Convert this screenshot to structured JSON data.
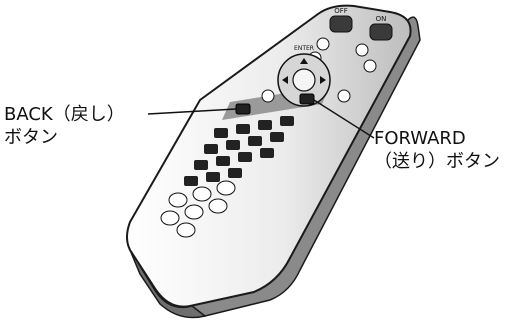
{
  "callouts": {
    "back": {
      "line1": "BACK（戻し）",
      "line2": "ボタン"
    },
    "forward": {
      "line1": "FORWARD",
      "line2": "（送り）ボタン"
    }
  },
  "remote": {
    "top_labels": {
      "off": "OFF",
      "on": "ON",
      "enter": "ENTER"
    },
    "body_color": "#ececec",
    "outline_color": "#1a1a1a",
    "highlight_band_color": "#9a9a9a"
  }
}
